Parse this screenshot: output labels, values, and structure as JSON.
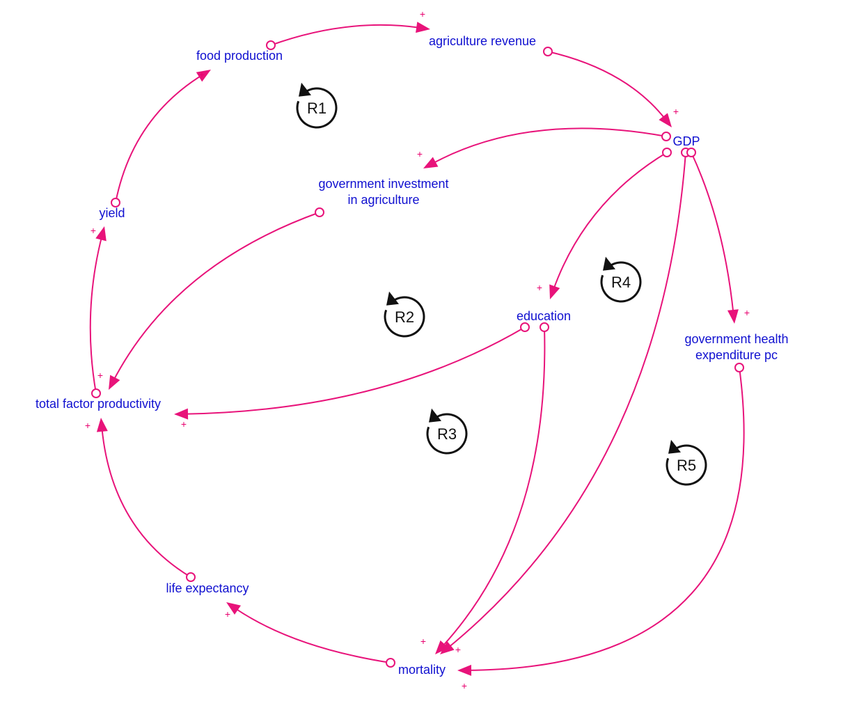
{
  "colors": {
    "link": "#e8137a",
    "node_text": "#1010d0",
    "loop": "#111111"
  },
  "nodes": [
    {
      "id": "food",
      "label": [
        "food production"
      ]
    },
    {
      "id": "agrev",
      "label": [
        "agriculture revenue"
      ]
    },
    {
      "id": "gdp",
      "label": [
        "GDP"
      ]
    },
    {
      "id": "govinv",
      "label": [
        "government investment",
        "in agriculture"
      ]
    },
    {
      "id": "yield",
      "label": [
        "yield"
      ]
    },
    {
      "id": "tfp",
      "label": [
        "total factor productivity"
      ]
    },
    {
      "id": "edu",
      "label": [
        "education"
      ]
    },
    {
      "id": "health",
      "label": [
        "government health",
        "expenditure pc"
      ]
    },
    {
      "id": "life",
      "label": [
        "life expectancy"
      ]
    },
    {
      "id": "mort",
      "label": [
        "mortality"
      ]
    }
  ],
  "links": [
    {
      "from": "food",
      "to": "agrev",
      "polarity": "+"
    },
    {
      "from": "agrev",
      "to": "gdp",
      "polarity": "+"
    },
    {
      "from": "gdp",
      "to": "govinv",
      "polarity": "+"
    },
    {
      "from": "govinv",
      "to": "tfp",
      "polarity": "+"
    },
    {
      "from": "tfp",
      "to": "yield",
      "polarity": "+"
    },
    {
      "from": "yield",
      "to": "food",
      "polarity": "+"
    },
    {
      "from": "gdp",
      "to": "edu",
      "polarity": "+"
    },
    {
      "from": "edu",
      "to": "tfp",
      "polarity": "+"
    },
    {
      "from": "edu",
      "to": "mort",
      "polarity": "+"
    },
    {
      "from": "gdp",
      "to": "mort",
      "polarity": "+"
    },
    {
      "from": "gdp",
      "to": "health",
      "polarity": "+"
    },
    {
      "from": "health",
      "to": "mort",
      "polarity": "+"
    },
    {
      "from": "mort",
      "to": "life",
      "polarity": "+"
    },
    {
      "from": "life",
      "to": "tfp",
      "polarity": "+"
    }
  ],
  "loops": [
    {
      "label": "R1"
    },
    {
      "label": "R2"
    },
    {
      "label": "R3"
    },
    {
      "label": "R4"
    },
    {
      "label": "R5"
    }
  ]
}
